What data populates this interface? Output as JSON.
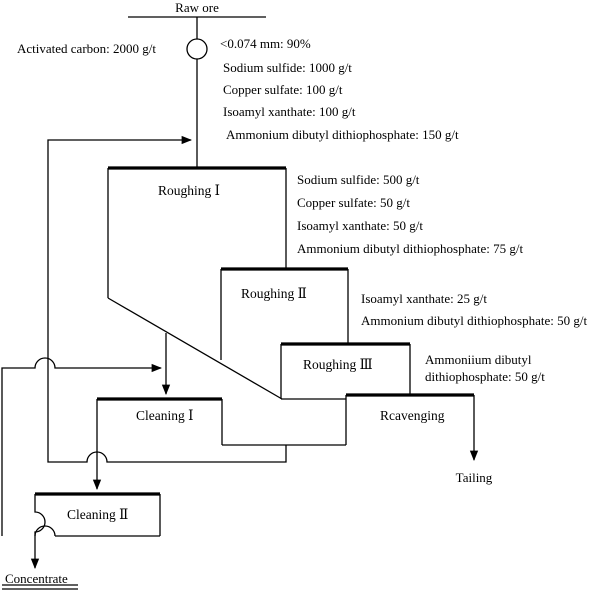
{
  "raw_ore": "Raw ore",
  "activated_carbon": "Activated carbon: 2000 g/t",
  "grinding": {
    "size": "<0.074 mm: 90%",
    "reagents": [
      "Sodium sulfide: 1000 g/t",
      "Copper sulfate: 100 g/t",
      "Isoamyl xanthate: 100 g/t",
      "Ammonium dibutyl dithiophosphate: 150 g/t"
    ]
  },
  "roughing1": {
    "label": "Roughing Ⅰ",
    "reagents": [
      "Sodium sulfide: 500 g/t",
      "Copper sulfate: 50 g/t",
      "Isoamyl xanthate: 50 g/t",
      "Ammonium dibutyl dithiophosphate: 75 g/t"
    ]
  },
  "roughing2": {
    "label": "Roughing Ⅱ",
    "reagents": [
      "Isoamyl xanthate: 25 g/t",
      "Ammonium dibutyl dithiophosphate: 50 g/t"
    ]
  },
  "roughing3": {
    "label": "Roughing Ⅲ",
    "reagents": [
      "Ammoniium dibutyl",
      "dithiophosphate: 50 g/t"
    ]
  },
  "scavenging": {
    "label": "Rcavenging"
  },
  "cleaning1": {
    "label": "Cleaning Ⅰ"
  },
  "cleaning2": {
    "label": "Cleaning Ⅱ"
  },
  "tailing": "Tailing",
  "concentrate": "Concentrate"
}
